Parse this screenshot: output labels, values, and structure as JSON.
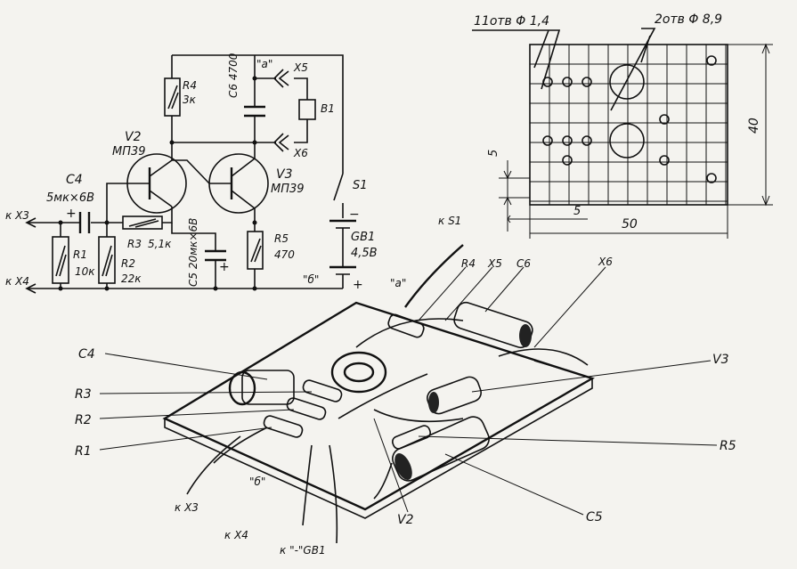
{
  "schematic": {
    "c4": "C4",
    "c4_value": "5мк×6В",
    "r1": "R1",
    "r1_value": "10к",
    "r2": "R2",
    "r2_value": "22к",
    "r3": "R3",
    "r3_value": "5,1к",
    "r4": "R4",
    "r4_value": "3к",
    "r5": "R5",
    "r5_value": "470",
    "c5": "С5 20мк×6В",
    "c6": "С6 4700",
    "v2": "V2",
    "v2_type": "МП39",
    "v3": "V3",
    "v3_type": "МП39",
    "x3": "к X3",
    "x4": "к X4",
    "x5": "X5",
    "x6": "X6",
    "b1": "B1",
    "s1": "S1",
    "gb1": "GB1",
    "gb1_value": "4,5В",
    "node_a": "\"а\"",
    "node_b": "\"б\"",
    "plus": "+",
    "minus": "−"
  },
  "board": {
    "holes_small": "11отв Φ 1,4",
    "holes_large": "2отв Φ 8,9",
    "dim_height": "40",
    "dim_width": "50",
    "dim_5a": "5",
    "dim_5b": "5"
  },
  "assembly": {
    "s1": "к S1",
    "r4": "R4",
    "x5": "X5",
    "c6": "С6",
    "x6": "X6",
    "c4": "С4",
    "r3": "R3",
    "r2": "R2",
    "r1": "R1",
    "v3": "V3",
    "r5": "R5",
    "c5": "С5",
    "v2": "V2",
    "node_a": "\"а\"",
    "node_b": "\"б\"",
    "x3": "к X3",
    "x4": "к X4",
    "gb1": "к \"-\"GB1"
  }
}
